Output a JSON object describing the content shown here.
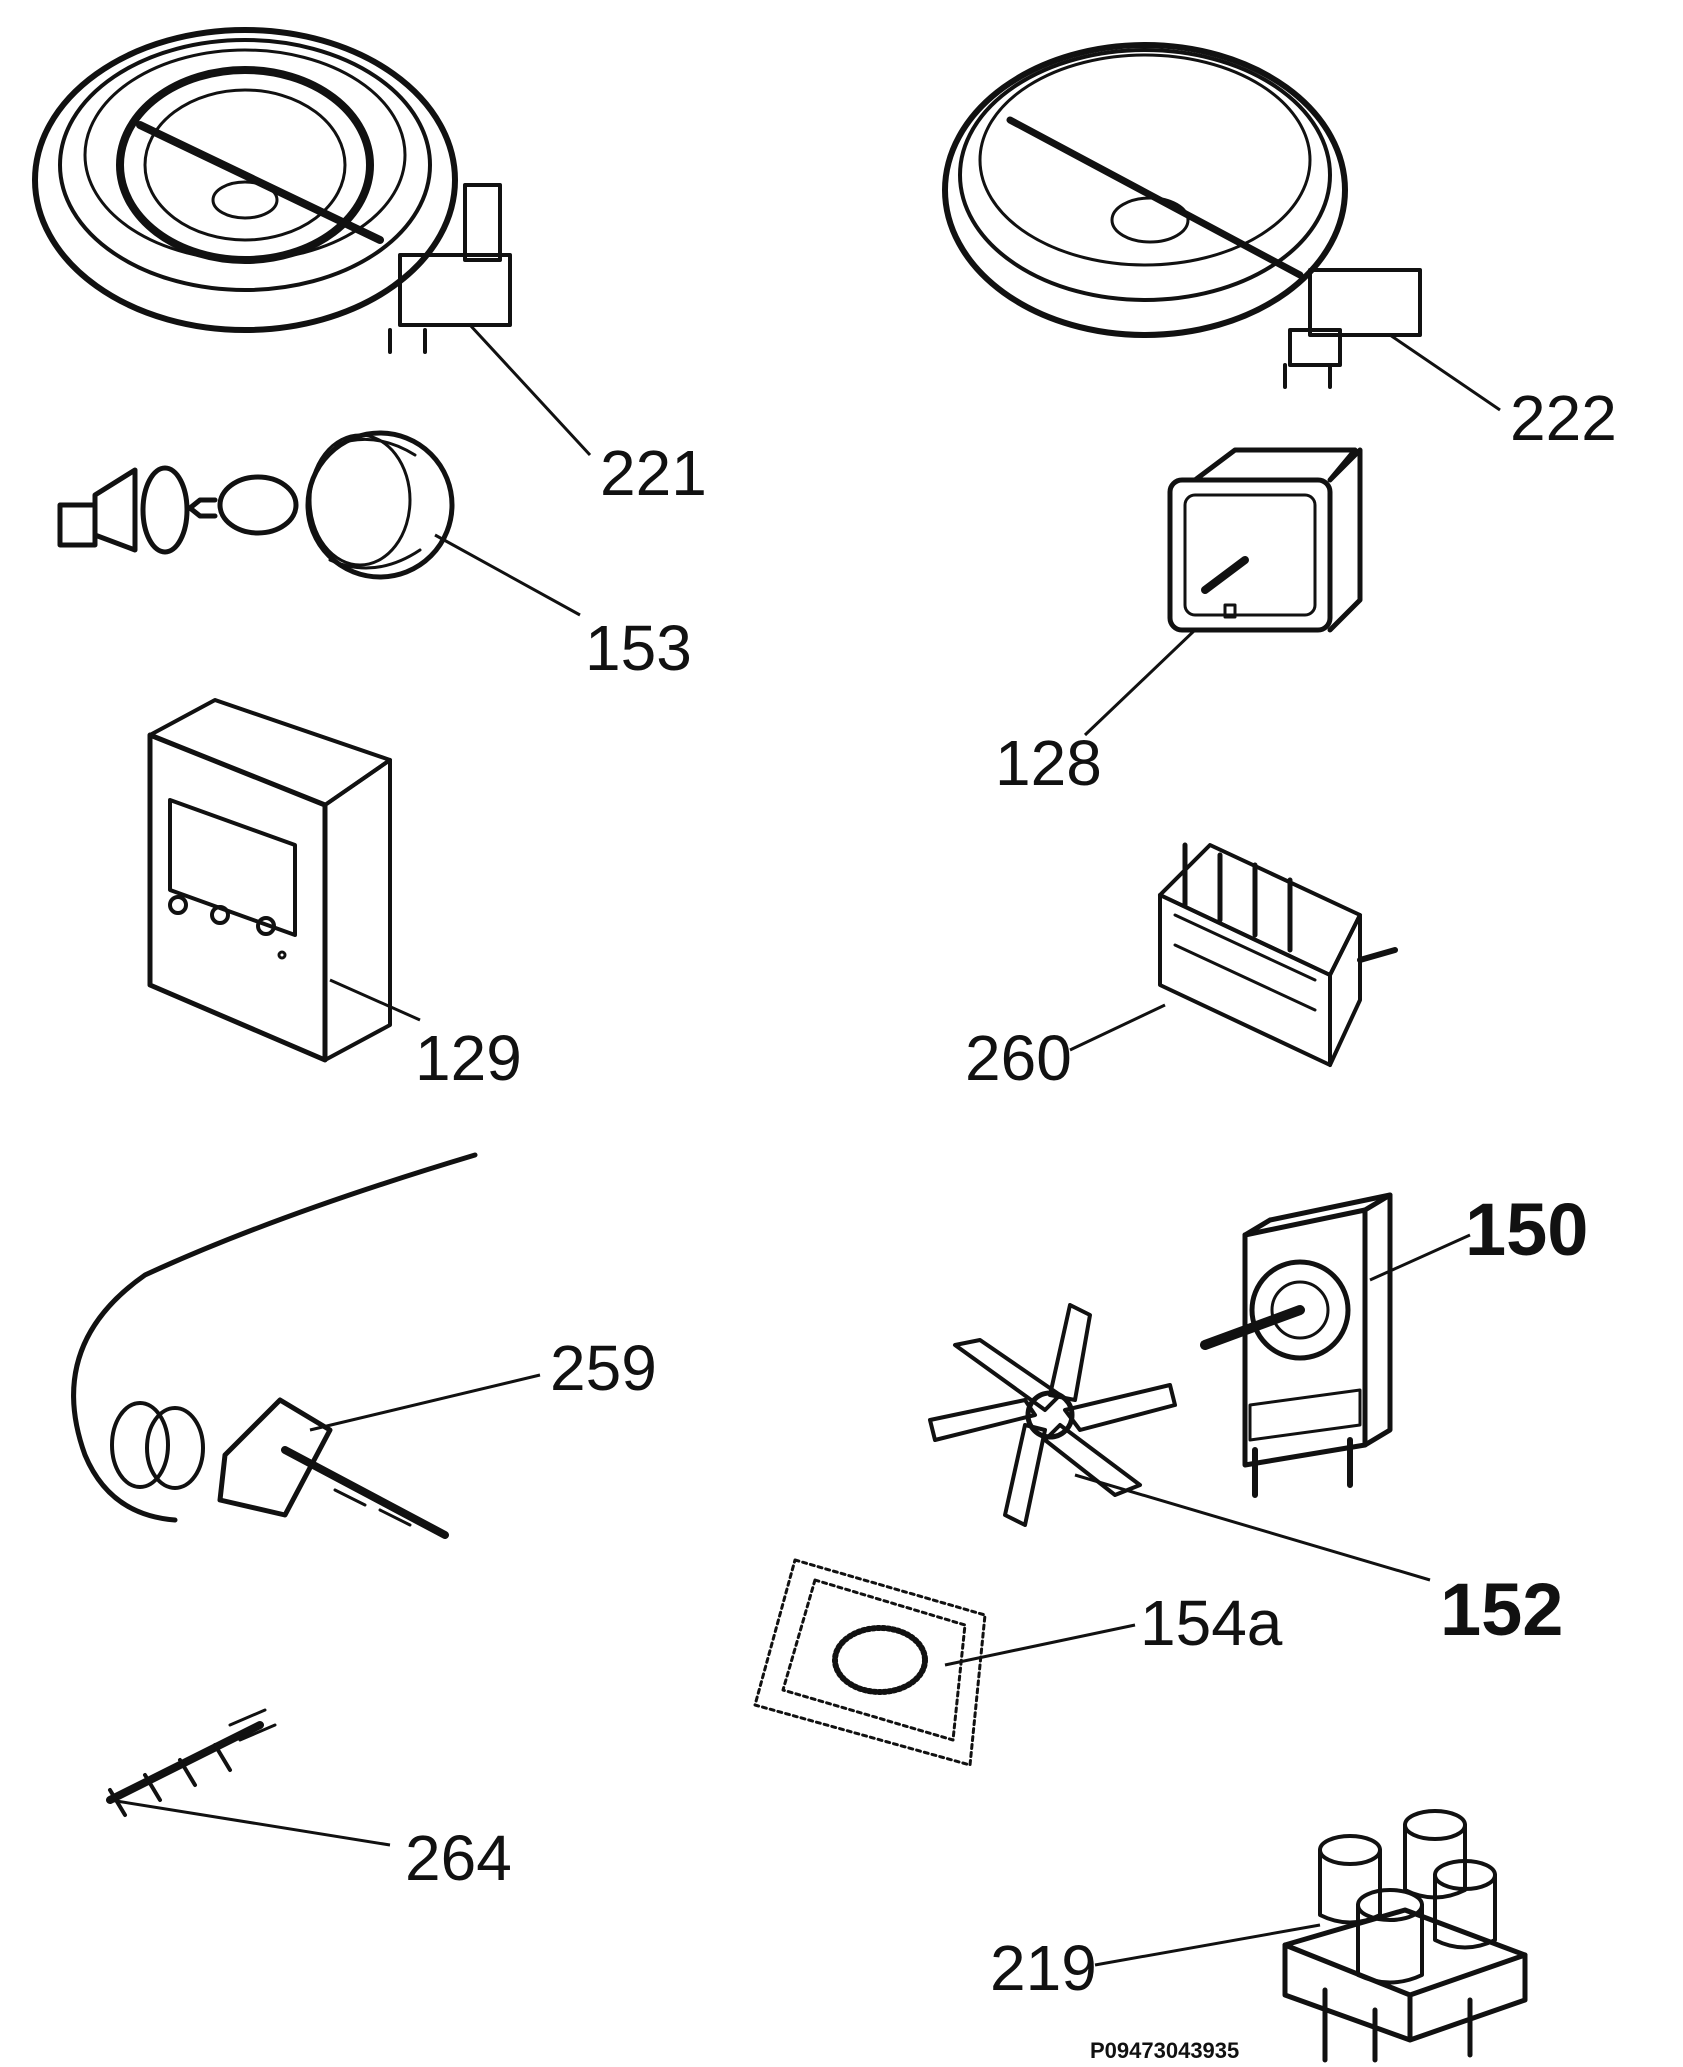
{
  "parts": [
    {
      "id": "221",
      "label": "221",
      "icon": "hob-heating-element-icon"
    },
    {
      "id": "222",
      "label": "222",
      "icon": "hob-heating-element-icon"
    },
    {
      "id": "153",
      "label": "153",
      "icon": "oven-lamp-icon"
    },
    {
      "id": "128",
      "label": "128",
      "icon": "relay-icon"
    },
    {
      "id": "129",
      "label": "129",
      "icon": "timer-display-icon"
    },
    {
      "id": "260",
      "label": "260",
      "icon": "selector-switch-icon"
    },
    {
      "id": "150",
      "label": "150",
      "icon": "fan-motor-icon"
    },
    {
      "id": "259",
      "label": "259",
      "icon": "thermostat-icon"
    },
    {
      "id": "152",
      "label": "152",
      "icon": "fan-blade-icon"
    },
    {
      "id": "154a",
      "label": "154a",
      "icon": "grease-filter-icon"
    },
    {
      "id": "264",
      "label": "264",
      "icon": "sensor-probe-icon"
    },
    {
      "id": "219",
      "label": "219",
      "icon": "capacitor-block-icon"
    }
  ],
  "drawing_code": "P09473043935"
}
